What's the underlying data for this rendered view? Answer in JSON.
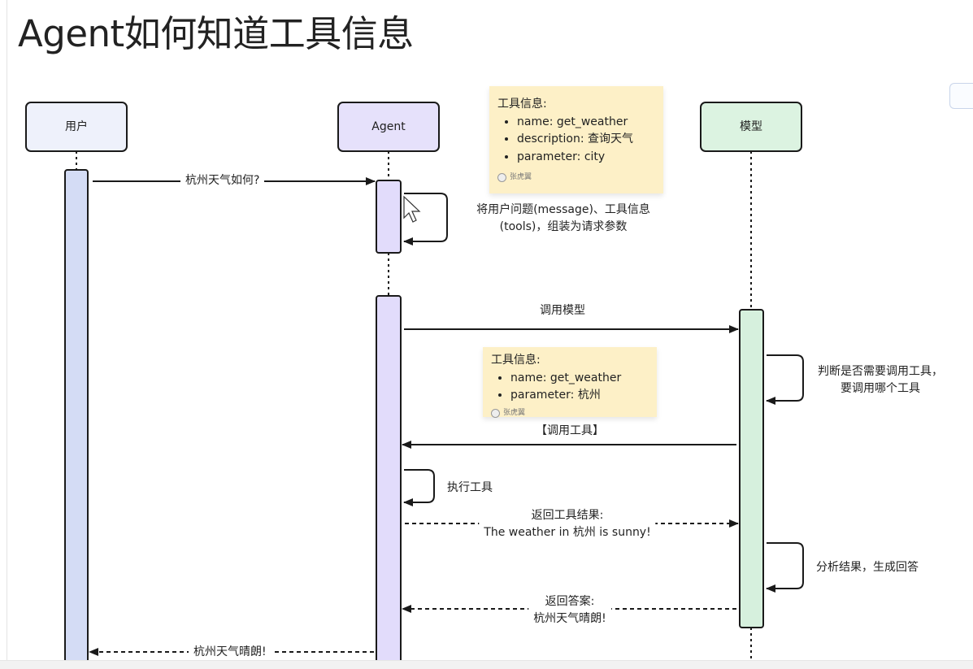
{
  "title": "Agent如何知道工具信息",
  "participants": {
    "user": "用户",
    "agent": "Agent",
    "model": "模型"
  },
  "colors": {
    "user_fill": "#eef1fb",
    "agent_fill": "#e6e1fb",
    "model_fill": "#dcf3e1",
    "note_fill": "#fdf0c7",
    "line": "#1a1a1a"
  },
  "messages": {
    "ask": "杭州天气如何?",
    "assemble_line1": "将用户问题(message)、工具信息",
    "assemble_line2": "(tools)，组装为请求参数",
    "call_model": "调用模型",
    "decide_line1": "判断是否需要调用工具，",
    "decide_line2": "要调用哪个工具",
    "call_tool": "【调用工具】",
    "execute_tool": "执行工具",
    "return_tool_result_line1": "返回工具结果:",
    "return_tool_result_line2": "The weather in 杭州 is sunny!",
    "analyze": "分析结果，生成回答",
    "return_answer_line1": "返回答案:",
    "return_answer_line2": "杭州天气晴朗!",
    "final_reply": "杭州天气晴朗!"
  },
  "notes": {
    "tool_info_1": {
      "title": "工具信息:",
      "items": [
        "name: get_weather",
        "description: 查询天气",
        "parameter: city"
      ],
      "author": "张虎翼"
    },
    "tool_info_2": {
      "title": "工具信息:",
      "items": [
        "name: get_weather",
        "parameter: 杭州"
      ],
      "author": "张虎翼"
    }
  }
}
